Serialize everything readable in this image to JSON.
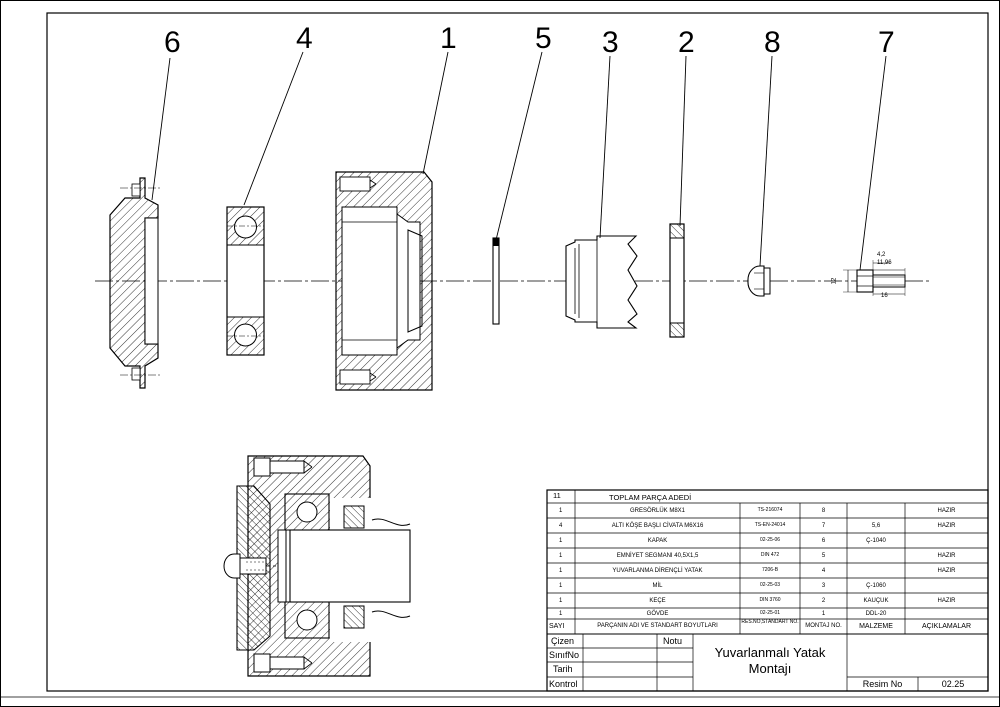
{
  "callouts": [
    "6",
    "4",
    "1",
    "5",
    "3",
    "2",
    "8",
    "7"
  ],
  "dimensions": {
    "d42": "4,2",
    "d1196": "11,96",
    "d12": "12",
    "d16": "16"
  },
  "bom": {
    "total_label": "TOPLAM PARÇA ADEDİ",
    "total_count": "11",
    "rows": [
      {
        "qty": "1",
        "name": "GRESÖRLÜK M8X1",
        "std": "TS-216074",
        "no": "8",
        "material": "",
        "note": "HAZIR"
      },
      {
        "qty": "4",
        "name": "ALTI KÖŞE BAŞLI CİVATA M6X16",
        "std": "TS-EN-24014",
        "no": "7",
        "material": "5,6",
        "note": "HAZIR"
      },
      {
        "qty": "1",
        "name": "KAPAK",
        "std": "02-25-06",
        "no": "6",
        "material": "Ç-1040",
        "note": ""
      },
      {
        "qty": "1",
        "name": "EMNİYET SEGMANI 40,5X1,5",
        "std": "DIN 472",
        "no": "5",
        "material": "",
        "note": "HAZIR"
      },
      {
        "qty": "1",
        "name": "YUVARLANMA DİRENÇLİ YATAK",
        "std": "7206-B",
        "no": "4",
        "material": "",
        "note": "HAZIR"
      },
      {
        "qty": "1",
        "name": "MİL",
        "std": "02-25-03",
        "no": "3",
        "material": "Ç-1060",
        "note": ""
      },
      {
        "qty": "1",
        "name": "KEÇE",
        "std": "DIN 3760",
        "no": "2",
        "material": "KAUÇUK",
        "note": "HAZIR"
      },
      {
        "qty": "1",
        "name": "GÖVDE",
        "std": "02-25-01",
        "no": "1",
        "material": "DDL-20",
        "note": ""
      }
    ],
    "headers": {
      "qty": "SAYI",
      "name": "PARÇANIN ADI VE STANDART BOYUTLARI",
      "std": "RES.NO,STANDART NO.",
      "no": "MONTAJ NO.",
      "material": "MALZEME",
      "note": "AÇIKLAMALAR"
    }
  },
  "titleblock": {
    "cizen": "Çizen",
    "sinifno": "SınıfNo",
    "tarih": "Tarih",
    "kontrol": "Kontrol",
    "notu": "Notu",
    "title_line1": "Yuvarlanmalı Yatak",
    "title_line2": "Montajı",
    "resim_no_label": "Resim No",
    "resim_no": "02.25"
  }
}
